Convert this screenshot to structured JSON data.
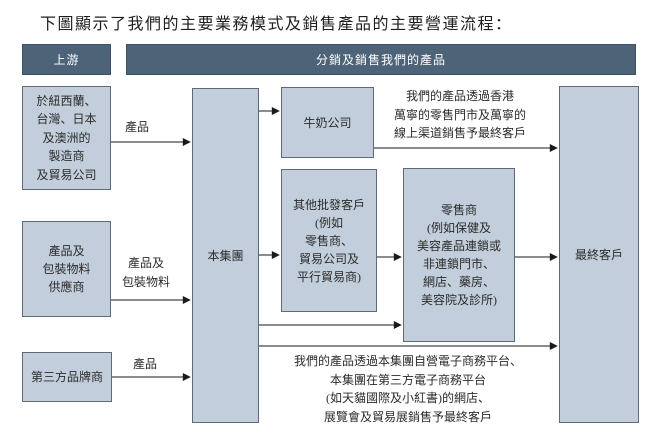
{
  "title": "下圖顯示了我們的主要業務模式及銷售產品的主要營運流程：",
  "headers": {
    "upstream": "上游",
    "distribution": "分銷及銷售我們的產品"
  },
  "nodes": {
    "manufacturers": "於紐西蘭、\n台灣、日本\n及澳洲的\n製造商\n及貿易公司",
    "suppliers": "產品及\n包裝物料\n供應商",
    "third_party_brands": "第三方品牌商",
    "group": "本集團",
    "dairy_company": "牛奶公司",
    "other_wholesale": "其他批發客戶\n(例如\n零售商、\n貿易公司及\n平行貿易商)",
    "retailers": "零售商\n(例如保健及\n美容產品連鎖或\n非連鎖門市、\n網店、藥房、\n美容院及診所)",
    "end_customers": "最終客戶"
  },
  "edge_labels": {
    "products_from_manufacturers": "產品",
    "products_and_packaging": "產品及\n包裝物料",
    "products_from_third_party": "產品"
  },
  "annotations": {
    "mannings_channel": "我們的產品透過香港\n萬寧的零售門市及萬寧的\n線上渠道銷售予最終客戶",
    "ecommerce_channel": "我們的產品透過本集團自營電子商務平台、\n本集團在第三方電子商務平台\n(如天貓國際及小紅書)的網店、\n展覽會及貿易展銷售予最終客戶"
  },
  "colors": {
    "header_bg": "#4d6378",
    "box_bg": "#c2cedb",
    "box_border": "#5f6a74",
    "arrow": "#1a1a1a",
    "header_text": "#ffffff",
    "text": "#2b2b2b"
  }
}
